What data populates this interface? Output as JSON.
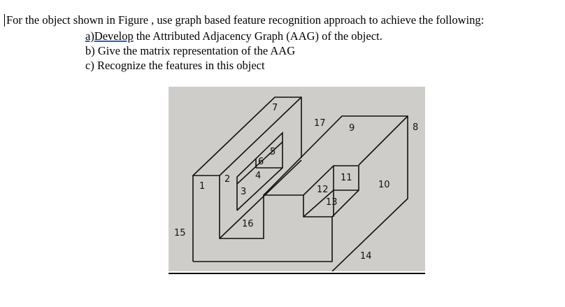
{
  "question": {
    "intro": "For the object shown in Figure , use graph based feature recognition approach to achieve the following:",
    "parts": [
      {
        "prefix": "a)Develop",
        "rest": " the Attributed Adjacency Graph (AAG) of the object."
      },
      {
        "text": "b) Give the matrix representation of the AAG"
      },
      {
        "text": "c) Recognize the features in this object"
      }
    ]
  },
  "figure": {
    "face_labels": [
      "1",
      "2",
      "3",
      "4",
      "5",
      "6",
      "7",
      "8",
      "9",
      "10",
      "11",
      "12",
      "13",
      "14",
      "15",
      "16",
      "17"
    ]
  }
}
